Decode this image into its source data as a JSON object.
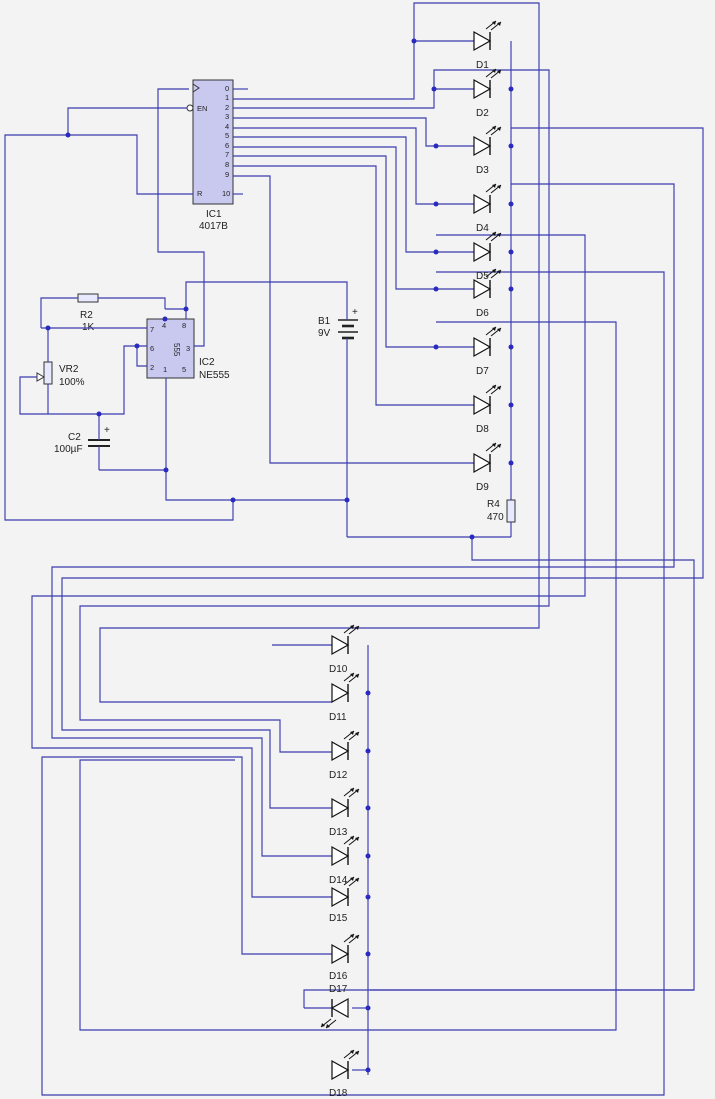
{
  "ic1": {
    "ref": "IC1",
    "value": "4017B",
    "en_pin": "EN",
    "r_pin": "R",
    "pin_10": "10",
    "outputs": [
      "0",
      "1",
      "2",
      "3",
      "4",
      "5",
      "6",
      "7",
      "8",
      "9"
    ]
  },
  "ic2": {
    "ref": "IC2",
    "value": "NE555",
    "chip_text": "555",
    "pins": {
      "p4": "4",
      "p8": "8",
      "p7": "7",
      "p6": "6",
      "p3": "3",
      "p2": "2",
      "p1": "1",
      "p5": "5"
    }
  },
  "r2": {
    "ref": "R2",
    "value": "1K"
  },
  "vr2": {
    "ref": "VR2",
    "value": "100%"
  },
  "c2": {
    "ref": "C2",
    "value": "100µF",
    "plus": "+"
  },
  "b1": {
    "ref": "B1",
    "value": "9V",
    "plus": "+"
  },
  "r4": {
    "ref": "R4",
    "value": "470"
  },
  "leds_right": [
    "D1",
    "D2",
    "D3",
    "D4",
    "D5",
    "D6",
    "D7",
    "D8",
    "D9"
  ],
  "leds_left": [
    "D10",
    "D11",
    "D12",
    "D13",
    "D14",
    "D15",
    "D16",
    "D17",
    "D18"
  ]
}
